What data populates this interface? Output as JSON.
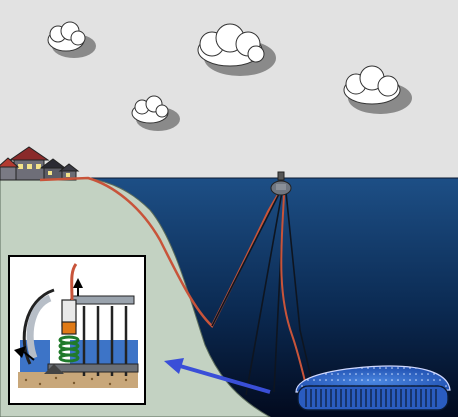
{
  "diagram": {
    "colors": {
      "sky": "#e2e2e2",
      "land": "#c3d2c2",
      "sea_top": "#1d4f86",
      "sea_bottom": "#020a1e",
      "cable": "#c8543a",
      "mooring": "#0e1520",
      "arrow": "#3a4fd8",
      "cloud": "#ffffff",
      "cloud_shadow": "#8a8a8a",
      "inset_water": "#3d74c7",
      "inset_seabed": "#c8a77a"
    },
    "clouds": [
      "cloud",
      "cloud",
      "cloud",
      "cloud"
    ],
    "components": [
      "houses",
      "shore-cable",
      "surface-buoy",
      "mooring-lines",
      "seabed-device",
      "detail-inset",
      "pointer-arrow"
    ]
  }
}
